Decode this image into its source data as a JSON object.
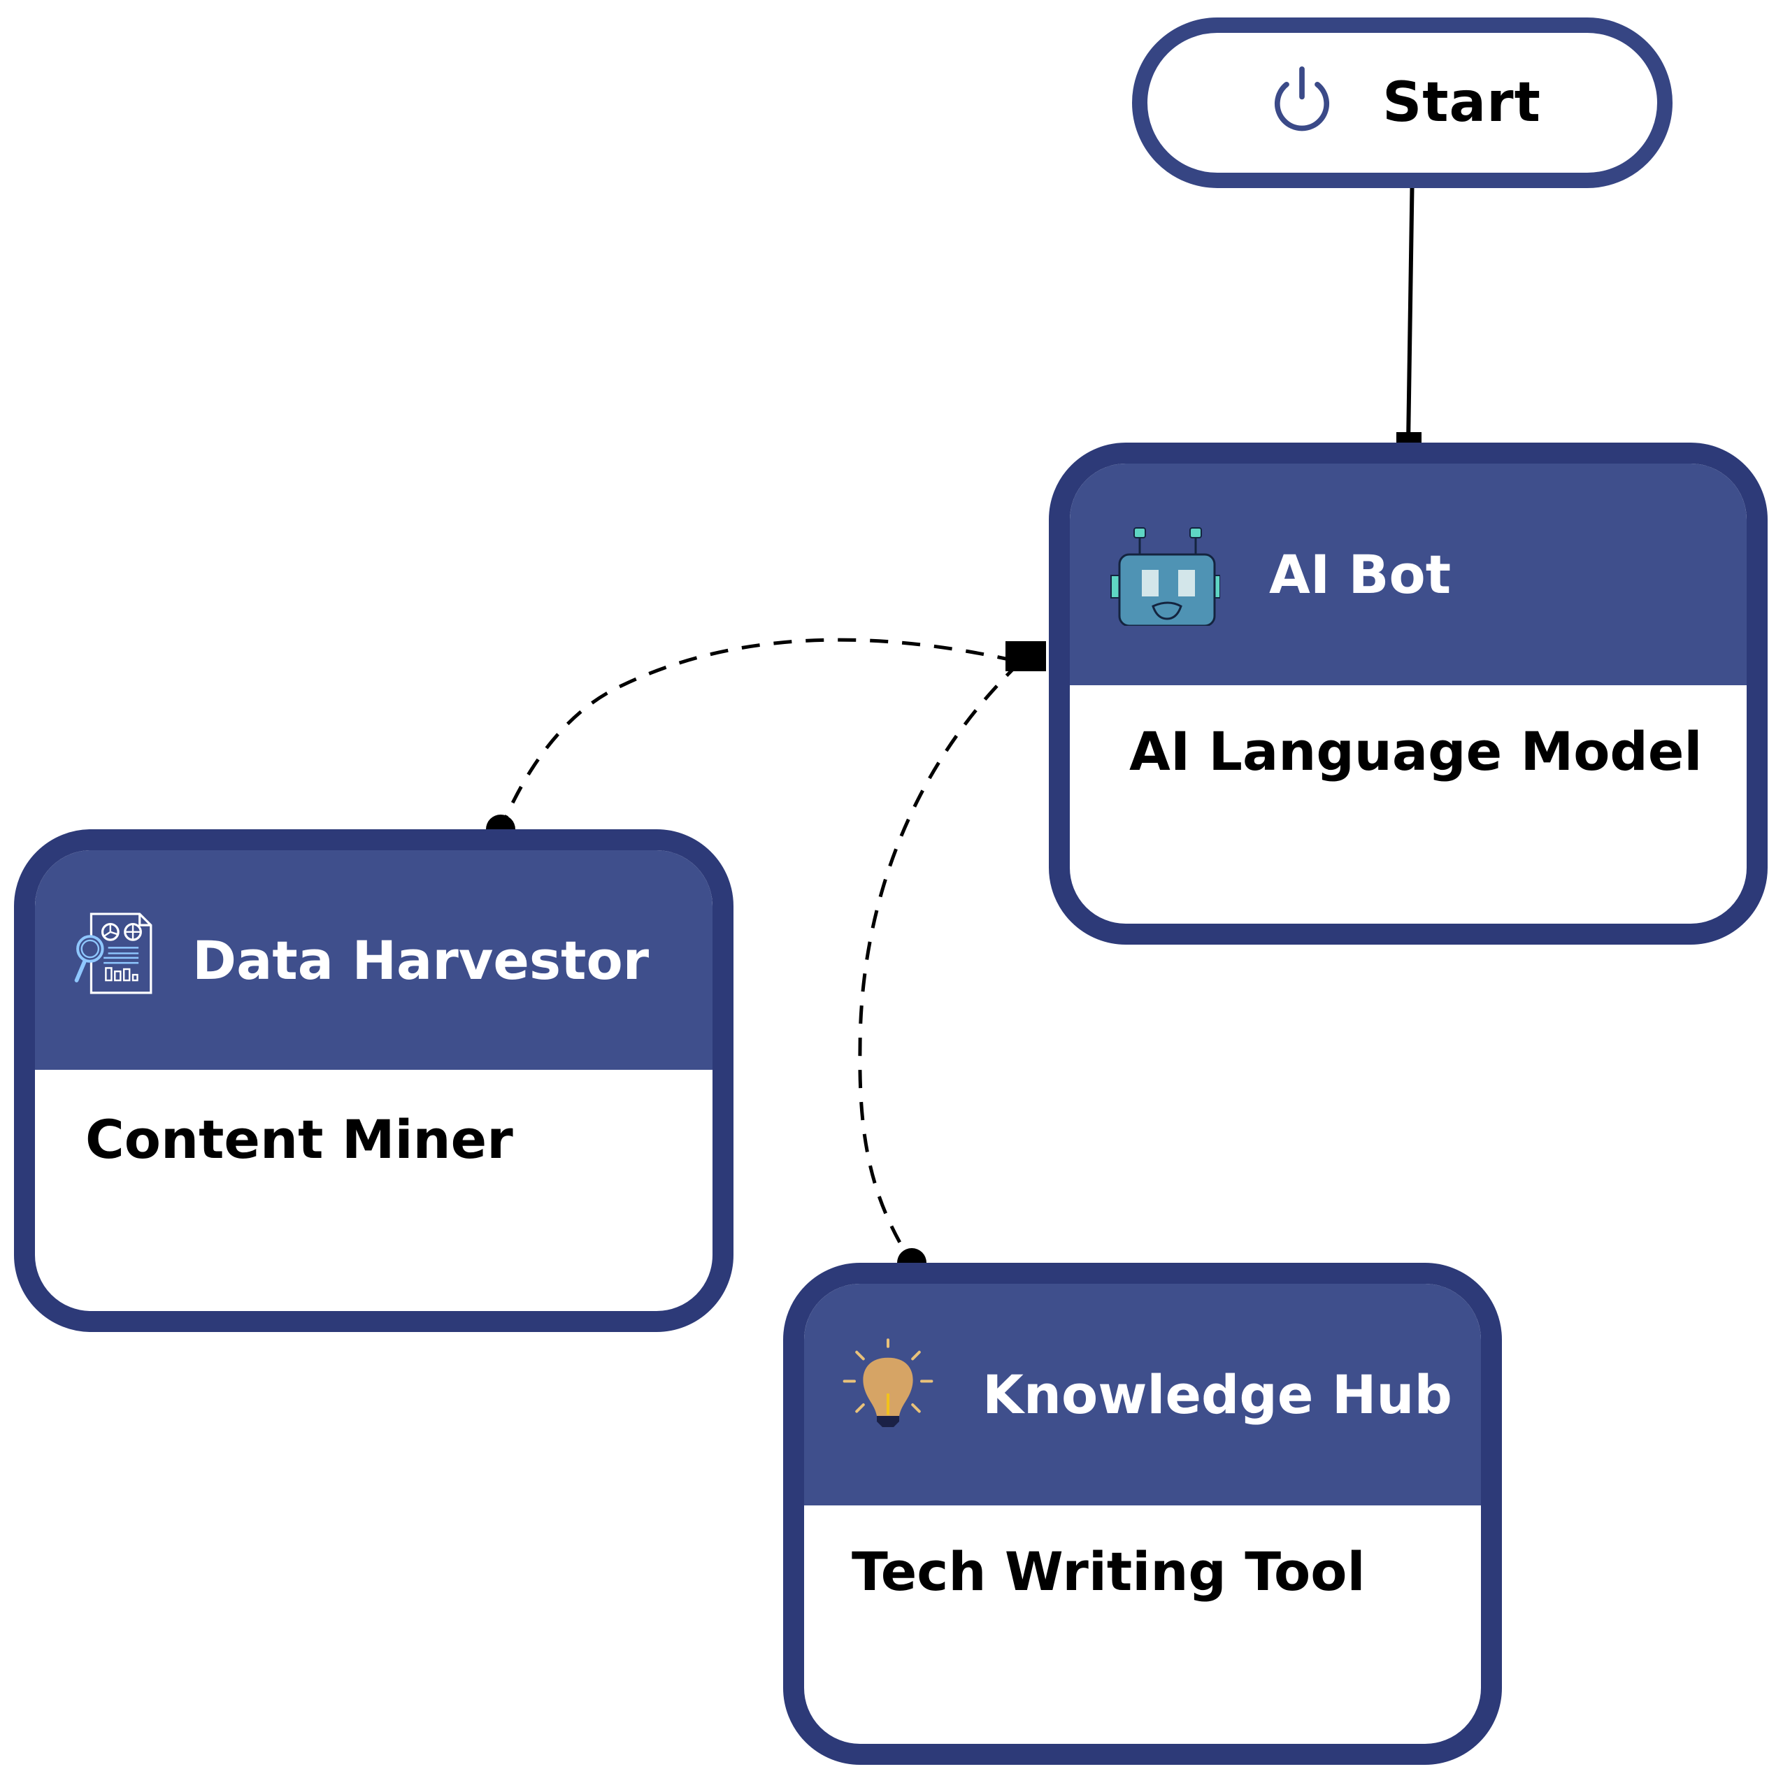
{
  "diagram": {
    "colors": {
      "border": "#2d3a78",
      "header": "#3f4f8c",
      "pill_border": "#364583",
      "connector": "#000000"
    },
    "start": {
      "label": "Start",
      "icon": "power-icon"
    },
    "nodes": [
      {
        "id": "aibot",
        "title": "AI Bot",
        "subtitle": "AI Language Model",
        "icon": "robot-icon"
      },
      {
        "id": "data",
        "title": "Data Harvestor",
        "subtitle": "Content Miner",
        "icon": "document-analytics-icon"
      },
      {
        "id": "know",
        "title": "Knowledge Hub",
        "subtitle": "Tech Writing Tool",
        "icon": "lightbulb-icon"
      }
    ],
    "edges": [
      {
        "from": "start",
        "to": "aibot",
        "style": "solid"
      },
      {
        "from": "aibot",
        "to": "data",
        "style": "dashed"
      },
      {
        "from": "aibot",
        "to": "know",
        "style": "dashed"
      }
    ]
  }
}
